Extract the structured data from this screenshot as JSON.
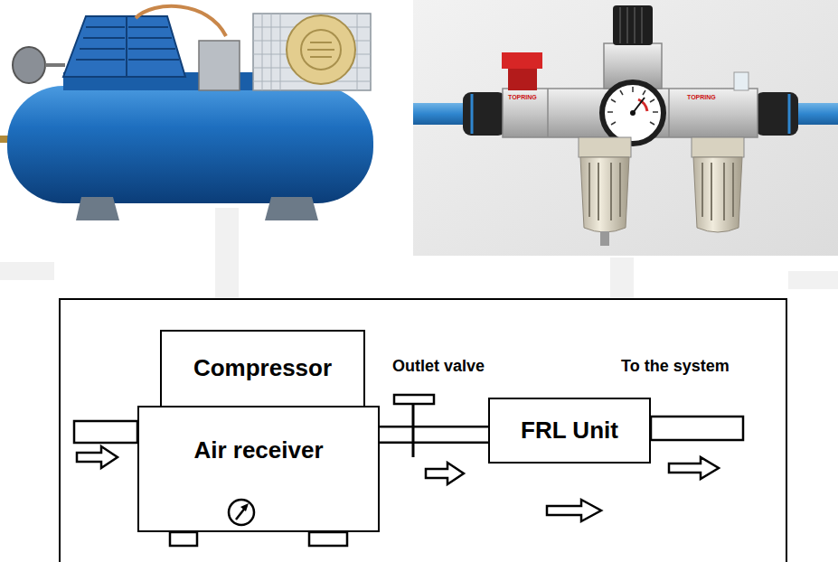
{
  "diagram": {
    "nodes": [
      {
        "text": [
          "Compressor"
        ]
      },
      {
        "text": [
          "Air receiver"
        ]
      },
      {
        "text": [
          "FRL Unit"
        ]
      }
    ],
    "edges": [
      {
        "from": 1,
        "to": 2,
        "arrow": "to"
      }
    ],
    "labels": [
      "Outlet valve",
      "To the system",
      "TOPRING",
      "TOPRING"
    ]
  }
}
